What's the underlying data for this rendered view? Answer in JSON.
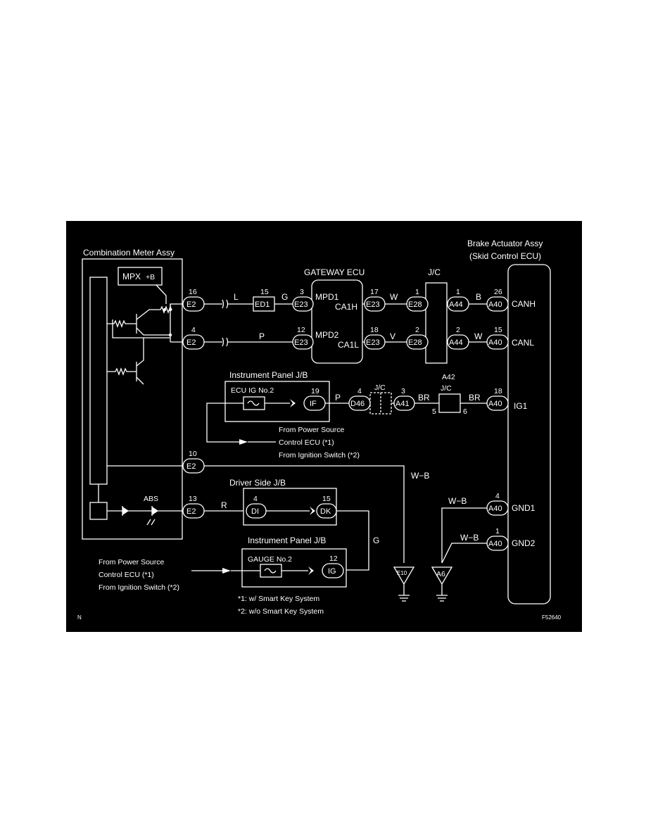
{
  "colors": {
    "background": "#000000",
    "foreground": "#ffffff",
    "page": "#ffffff"
  },
  "components": {
    "combination_meter": "Combination Meter Assy",
    "mpx": "MPX",
    "mpx_b": "+B",
    "abs": "ABS",
    "gateway": "GATEWAY ECU",
    "mpd1": "MPD1",
    "mpd2": "MPD2",
    "ca1h": "CA1H",
    "ca1l": "CA1L",
    "brake_1": "Brake Actuator Assy",
    "brake_2": "(Skid Control ECU)",
    "canh": "CANH",
    "canl": "CANL",
    "ig1": "IG1",
    "gnd1": "GND1",
    "gnd2": "GND2",
    "jc_top": "J/C",
    "jc_mid": "J/C",
    "jc_a42_name": "A42",
    "jc_a42": "J/C",
    "ipjb1": "Instrument Panel J/B",
    "ecu_ig2": "ECU IG No.2",
    "ipjb2": "Instrument Panel J/B",
    "gauge2": "GAUGE No.2",
    "dsjb": "Driver Side J/B",
    "e10": "E10",
    "a6": "A6"
  },
  "connectors": {
    "e2_a": "E2",
    "e2_b": "E2",
    "e2_c": "E2",
    "e2_d": "E2",
    "ed1": "ED1",
    "e23_a": "E23",
    "e23_b": "E23",
    "e23_c": "E23",
    "e23_d": "E23",
    "e28_a": "E28",
    "e28_b": "E28",
    "a44_a": "A44",
    "a44_b": "A44",
    "a40_a": "A40",
    "a40_b": "A40",
    "a40_c": "A40",
    "a40_d": "A40",
    "a40_e": "A40",
    "if": "IF",
    "d46": "D46",
    "a41": "A41",
    "di": "DI",
    "dk": "DK",
    "ig": "IG"
  },
  "pins": {
    "p16": "16",
    "p4a": "4",
    "p15": "15",
    "p3": "3",
    "p12a": "12",
    "p17": "17",
    "p18a": "18",
    "p1a": "1",
    "p2a": "2",
    "p1b": "1",
    "p2b": "2",
    "p26": "26",
    "p15b": "15",
    "p19": "19",
    "p4b": "4",
    "p3b": "3",
    "p5": "5",
    "p6": "6",
    "p18b": "18",
    "p10": "10",
    "p13": "13",
    "p4c": "4",
    "p15c": "15",
    "p12b": "12",
    "p4d": "4",
    "p1c": "1"
  },
  "wires": {
    "w_l": "L",
    "w_g1": "G",
    "w_w1": "W",
    "w_b": "B",
    "w_p1": "P",
    "w_v": "V",
    "w_w2": "W",
    "w_p2": "P",
    "w_br1": "BR",
    "w_br2": "BR",
    "w_wb1": "W−B",
    "w_r": "R",
    "w_g2": "G",
    "w_wb2": "W−B",
    "w_wb3": "W−B"
  },
  "notes": {
    "from1_a": "From Power Source",
    "from1_b": "Control ECU (*1)",
    "from1_c": "From Ignition Switch (*2)",
    "from2_a": "From Power Source",
    "from2_b": "Control ECU (*1)",
    "from2_c": "From Ignition Switch (*2)",
    "fn1": "*1: w/ Smart Key System",
    "fn2": "*2: w/o Smart Key System",
    "corner_n": "N",
    "figure_id": "F52640"
  }
}
